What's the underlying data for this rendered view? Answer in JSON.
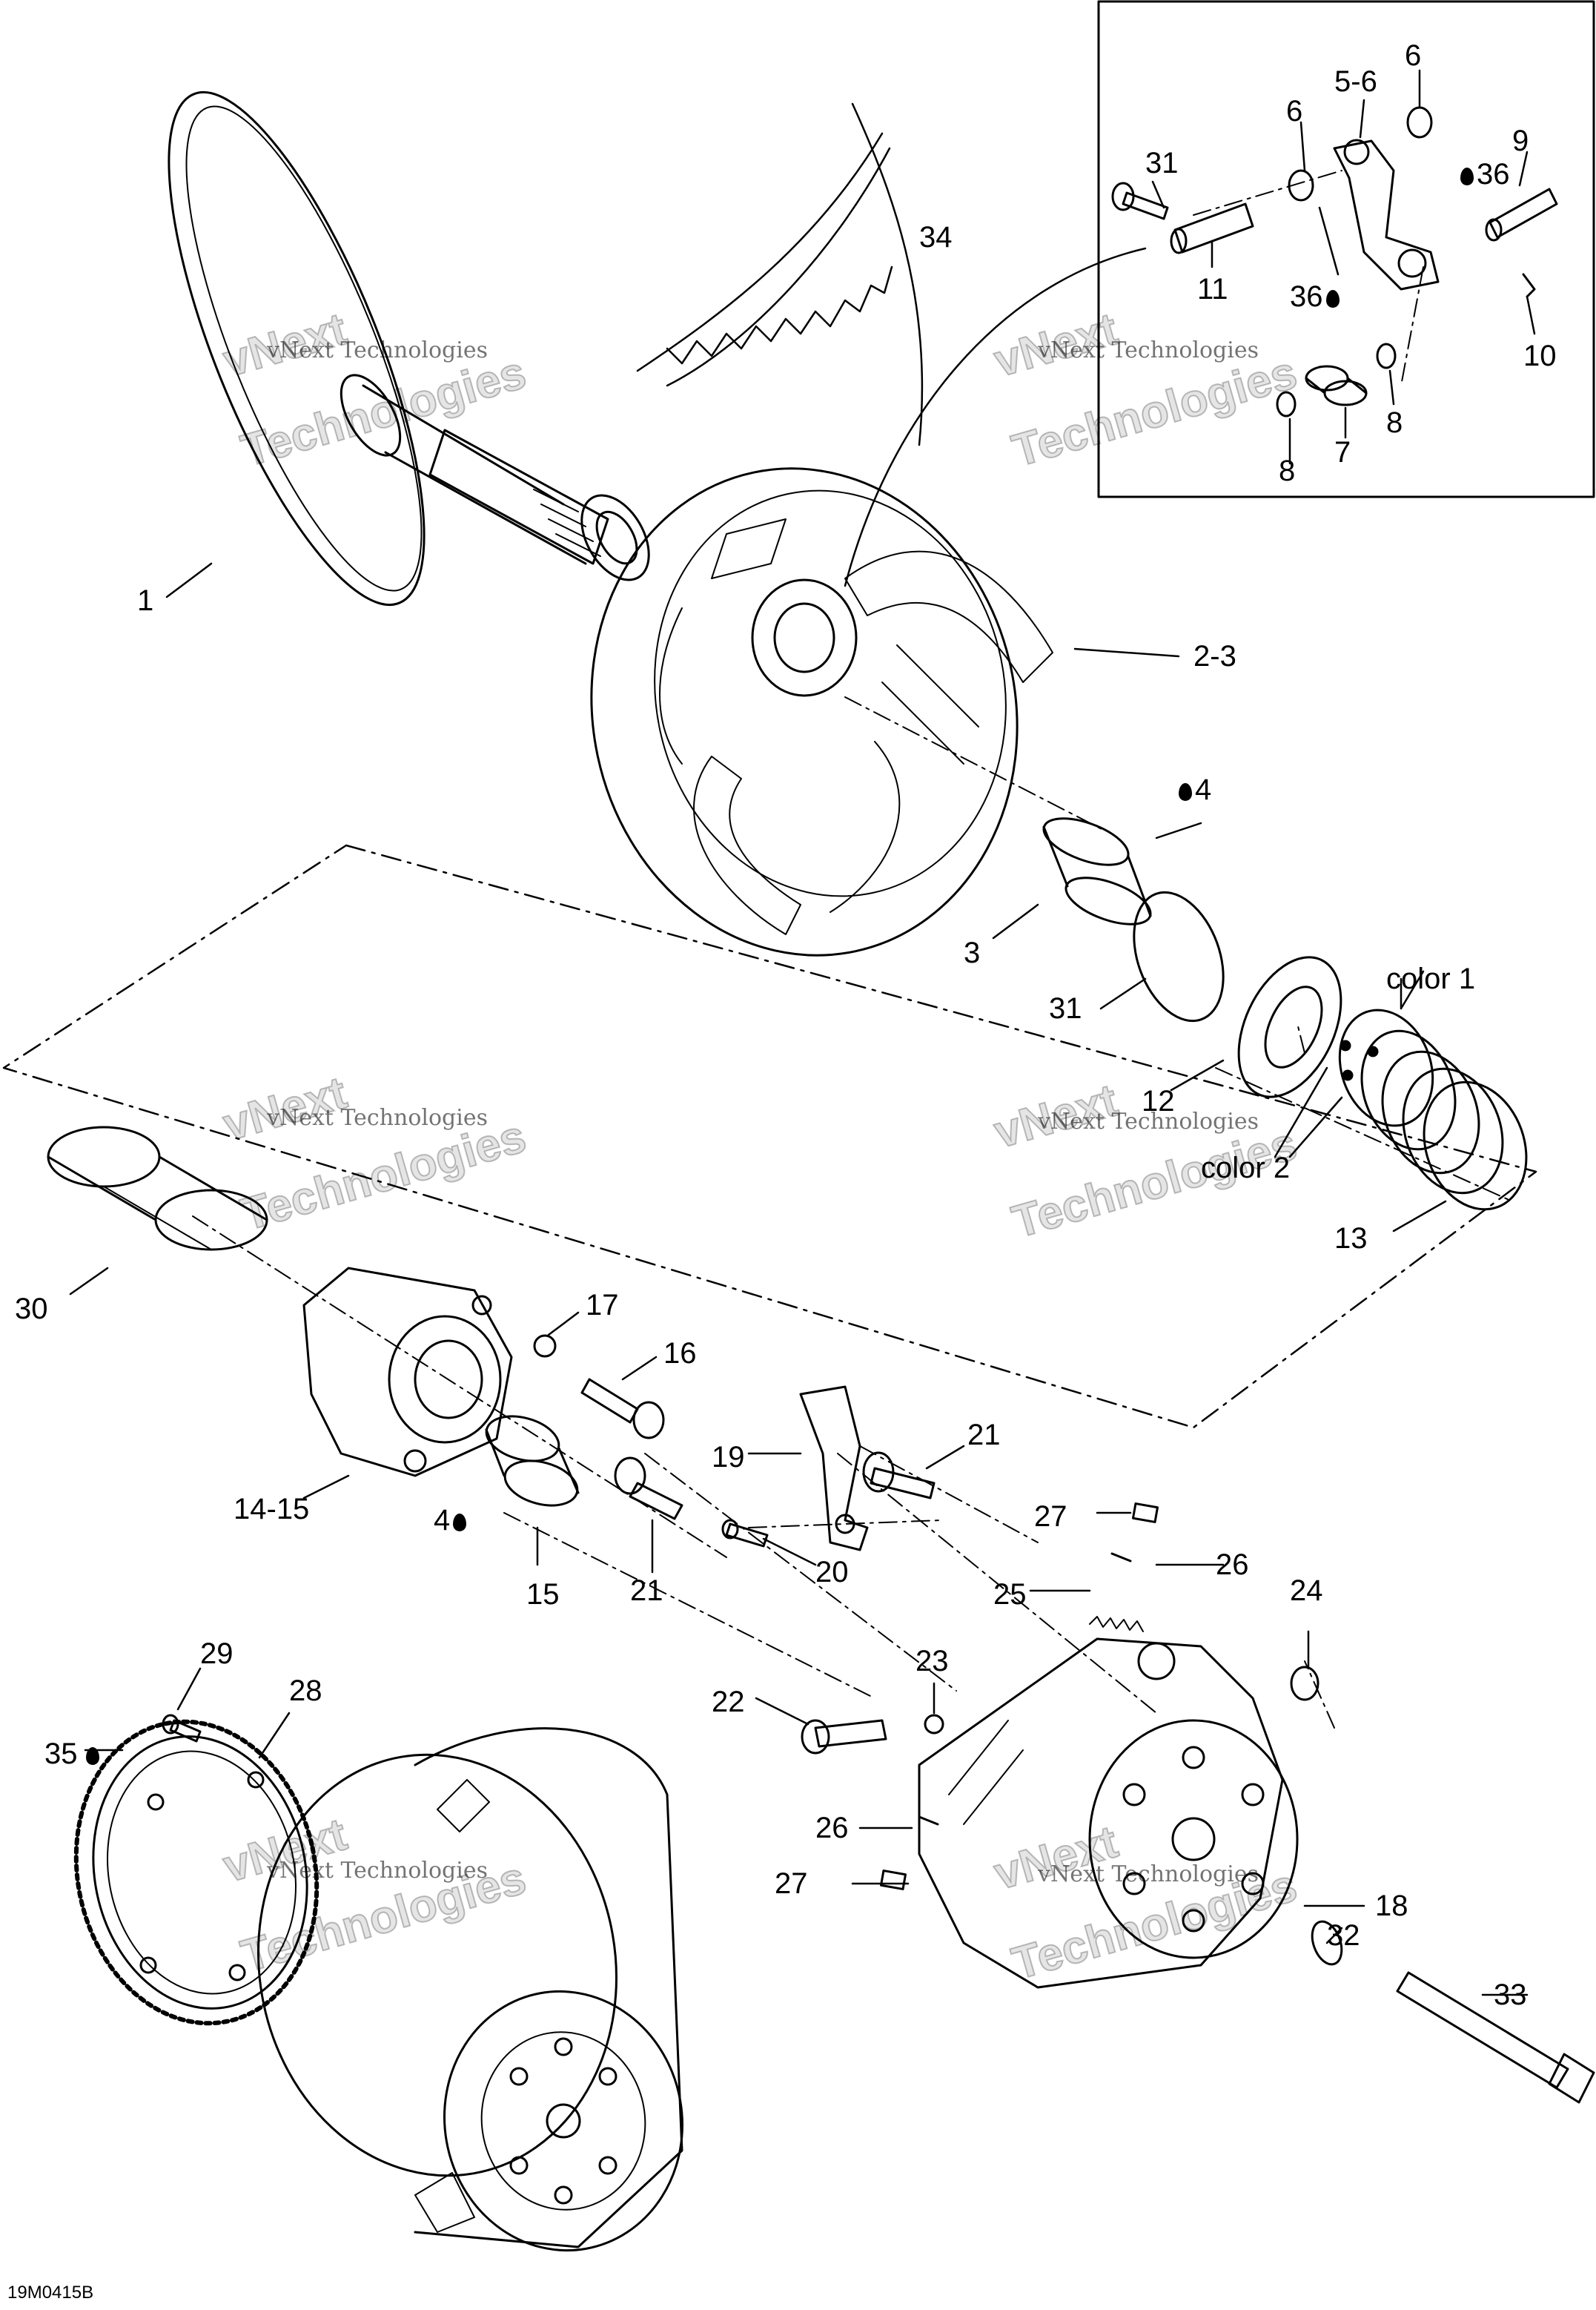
{
  "figure_code": "19M0415B",
  "watermark": {
    "line1": "vNext Technologies",
    "word1": "vNext",
    "word2": "Technologies"
  },
  "callouts": {
    "c1": "1",
    "c2_3": "2-3",
    "c3": "3",
    "c4a": "4",
    "c4b": "4",
    "c5_6": "5-6",
    "c6a": "6",
    "c6b": "6",
    "c7": "7",
    "c8a": "8",
    "c8b": "8",
    "c9": "9",
    "c10": "10",
    "c11": "11",
    "c12": "12",
    "c13": "13",
    "c14_15": "14-15",
    "c15": "15",
    "c16": "16",
    "c17": "17",
    "c18": "18",
    "c19": "19",
    "c20": "20",
    "c21a": "21",
    "c21b": "21",
    "c22": "22",
    "c23": "23",
    "c24": "24",
    "c25": "25",
    "c26a": "26",
    "c26b": "26",
    "c27a": "27",
    "c27b": "27",
    "c28": "28",
    "c29": "29",
    "c30": "30",
    "c31a": "31",
    "c31b": "31",
    "c32": "32",
    "c33": "33",
    "c34": "34",
    "c35": "35",
    "c36a": "36",
    "c36b": "36",
    "color1": "color 1",
    "color2": "color 2"
  }
}
